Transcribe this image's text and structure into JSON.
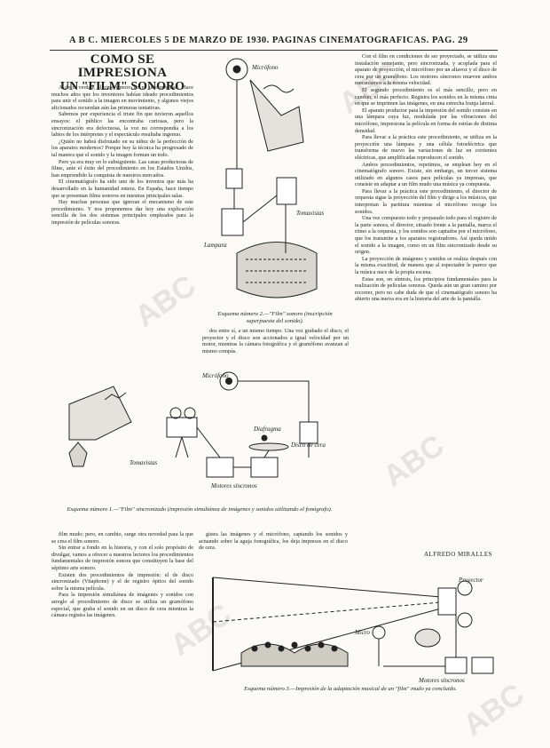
{
  "header": {
    "text": "A B C. MIERCOLES 5 DE MARZO DE 1930. PAGINAS CINEMATOGRAFICAS. PAG. 29"
  },
  "title": {
    "line1": "COMO SE IMPRESIONA",
    "line2": "UN \"FILM\" SONORO"
  },
  "columns": {
    "left_top": [
      "A decir verdad, el cine sonoro no es una novedad. Hace muchos años que los inventores habían ideado procedimientos para unir el sonido a la imagen en movimiento, y algunos viejos aficionados recuerdan aún las primeras tentativas.",
      "Sabemos por experiencia el triste fin que tuvieron aquellos ensayos: el público las encontraba curiosas, pero la sincronización era defectuosa, la voz no correspondía a los labios de los intérpretes y el espectáculo resultaba ingenuo.",
      "¿Quién no habrá disfrutado en su niñez de la perfección de los aparatos modernos? Porque hoy la técnica ha progresado de tal manera que el sonido y la imagen forman un todo.",
      "Pero ya era muy en lo subsiguiente. Las casas productoras de films, ante el éxito del procedimiento en los Estados Unidos, han emprendido la conquista de nuestros mercados.",
      "El cinematógrafo ha sido uno de los inventos que más ha desarrollado en la humanidad entera. En España, hace tiempo que se presentan films sonoros en nuestras principales salas.",
      "Hay muchas personas que ignoran el mecanismo de este procedimiento. Y nos proponemos dar hoy una explicación sencilla de los dos sistemas principales empleados para la impresión de películas sonoras."
    ],
    "left_bottom": [
      "film mudo; pero, en cambio, surge otra novedad para la que se crea el film sonoro.",
      "Sin entrar a fondo en la historia, y con el solo propósito de divulgar, vamos a ofrecer a nuestros lectores los procedimientos fundamentales de impresión sonora que constituyen la base del séptimo arte sonoro.",
      "Existen dos procedimientos de impresión: el de disco sincronizado (Vitaphone) y el de registro óptico del sonido sobre la misma película.",
      "Para la impresión simultánea de imágenes y sonidos con arreglo al procedimiento de disco se utiliza un gramófono especial, que graba el sonido en un disco de cera mientras la cámara registra las imágenes."
    ],
    "middle_bottom": [
      "gistra las imágenes y el micrófono, captando los sonidos y actuando sobre la aguja fonográfica, los deja impresos en el disco de cera."
    ],
    "middle_fig2": [
      "dos entre sí, a un mismo tiempo. Una vez grabado el disco, el proyector y el disco son accionados a igual velocidad por un motor, mientras la cámara fotográfica y el gramófono avanzan al mismo compás."
    ],
    "right": [
      "Con el film en condiciones de ser proyectado, se utiliza una instalación semejante, pero sincronizada, y acoplada para el aparato de proyección, el micrófono por un altavoz y el disco de cera por un gramófono. Los motores síncronos mueven ambos mecanismos a la misma velocidad.",
      "El segundo procedimiento es el más sencillo, pero en cambio, el más perfecto. Registra los sonidos en la misma cinta en que se imprimen las imágenes, en una estrecha franja lateral.",
      "El aparato productor para la impresión del sonido consiste en una lámpara cuya luz, modulada por las vibraciones del micrófono, impresiona la película en forma de estrías de distinta densidad.",
      "Para llevar a la práctica este procedimiento, se utiliza en la proyección una lámpara y una célula fotoeléctrica que transforma de nuevo las variaciones de luz en corrientes eléctricas, que amplificadas reproducen el sonido.",
      "Ambos procedimientos, repetimos, se emplean hoy en el cinematógrafo sonoro. Existe, sin embargo, un tercer sistema utilizado en algunos casos para películas ya impresas, que consiste en adaptar a un film mudo una música ya compuesta.",
      "Para llevar a la práctica este procedimiento, el director de orquesta sigue la proyección del film y dirige a los músicos, que interpretan la partitura mientras el micrófono recoge los sonidos.",
      "Una vez compuesto todo y preparado todo para el registro de la parte sonora, el director, situado frente a la pantalla, marca el ritmo a la orquesta, y los sonidos son captados por el micrófono, que los transmite a los aparatos registradores. Así queda unido el sonido a la imagen, como en un film sincronizado desde su origen.",
      "La proyección de imágenes y sonidos se realiza después con la misma exactitud, de manera que al espectador le parece que la música nace de la propia escena.",
      "Estas son, en síntesis, los principios fundamentales para la realización de películas sonoras. Queda aún un gran camino por recorrer, pero no cabe duda de que el cinematógrafo sonoro ha abierto una nueva era en la historia del arte de la pantalla."
    ]
  },
  "signature": "ALFREDO MIRALLES",
  "figures": {
    "fig1": {
      "caption": "Esquema número 1.—\"Film\" sincronizado (impresión simultánea de imágenes y sonidos utilizando el fonógrafo).",
      "labels": [
        "Micrófono",
        "Tomavistas",
        "Diafragma",
        "Disco de cera",
        "Motores síncronos"
      ]
    },
    "fig2": {
      "caption": "Esquema número 2.—\"Film\" sonoro (inscripción superpuesta del sonido).",
      "labels": [
        "Micrófono",
        "Tomavistas",
        "Lampara"
      ]
    },
    "fig3": {
      "caption": "Esquema número 3.—Impresión de la adaptación musical de un \"film\" mudo ya concluido.",
      "labels": [
        "Proyector",
        "Micro",
        "Motores síncronos"
      ]
    }
  },
  "watermark": "ABC"
}
